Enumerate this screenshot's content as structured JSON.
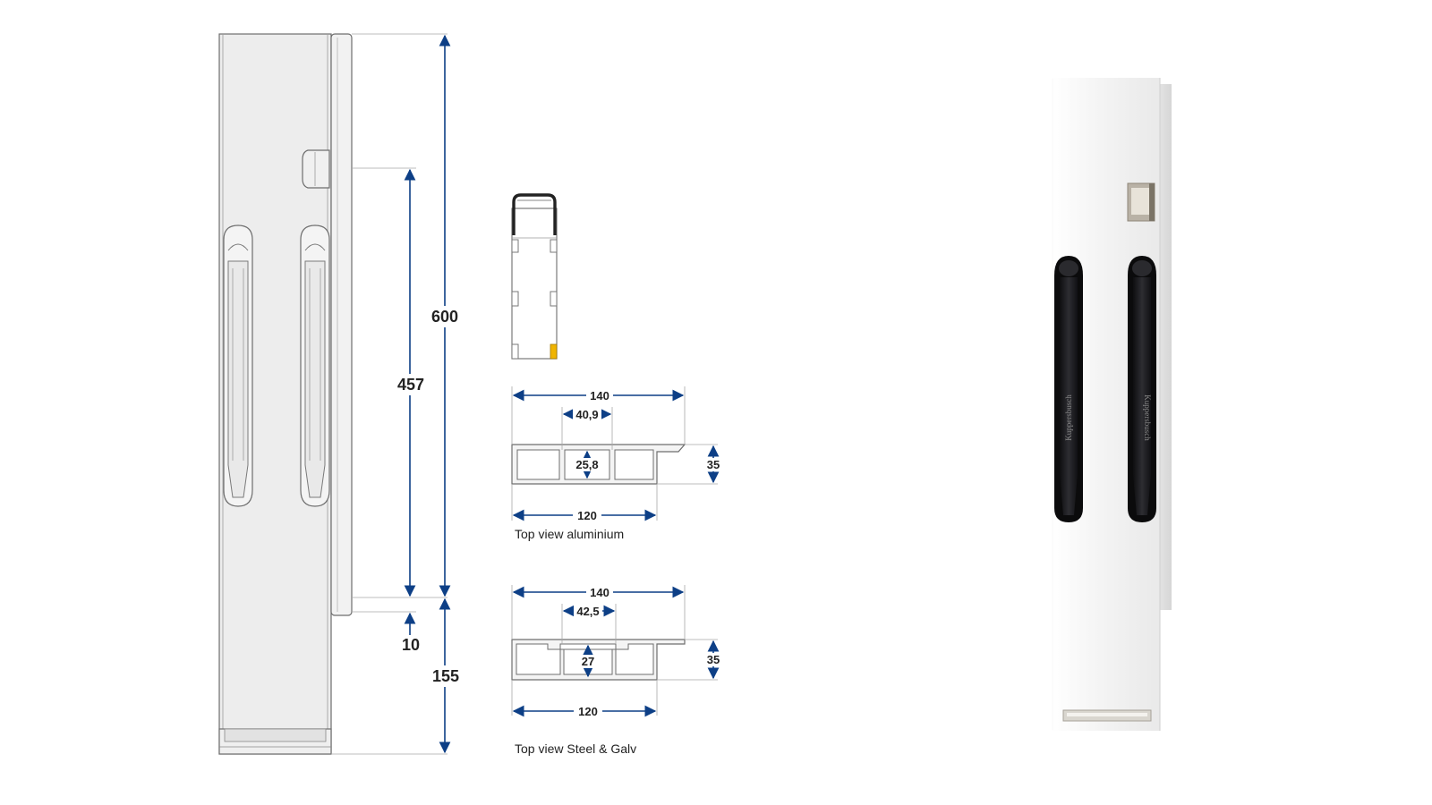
{
  "colors": {
    "dimension": "#0d3f86",
    "outline": "#6e6e6e",
    "panel": "#ededed",
    "highlight": "#f0b400",
    "handle": "#1f1f22"
  },
  "side_view": {
    "dim_total": "600",
    "dim_slot": "457",
    "dim_gap": "10",
    "dim_bottom": "155"
  },
  "profile_aluminium": {
    "dim_width": "140",
    "dim_inner": "40,9",
    "dim_inner_height": "25,8",
    "dim_height": "35",
    "dim_base": "120",
    "caption": "Top view aluminium"
  },
  "profile_steel": {
    "dim_width": "140",
    "dim_inner": "42,5",
    "dim_inner_height": "27",
    "dim_height": "35",
    "dim_base": "120",
    "caption": "Top view Steel & Galv"
  },
  "photo": {
    "brand": "Kuppersbusch"
  }
}
